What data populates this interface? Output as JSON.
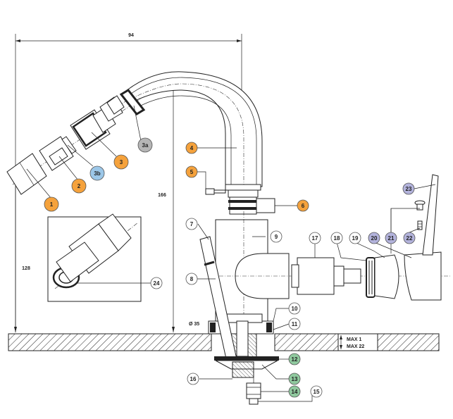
{
  "dimensions": {
    "width": "94",
    "height": "166",
    "base_height": "128",
    "diameter": "Ø 35",
    "max_thickness_line1": "MAX 1",
    "max_thickness_line2": "MAX 22"
  },
  "callouts": [
    {
      "id": "c1",
      "label": "1",
      "color": "#f5a23c"
    },
    {
      "id": "c2",
      "label": "2",
      "color": "#f5a23c"
    },
    {
      "id": "c3b",
      "label": "3b",
      "color": "#9cc7e8"
    },
    {
      "id": "c3",
      "label": "3",
      "color": "#f5a23c"
    },
    {
      "id": "c3a",
      "label": "3a",
      "color": "#b5b5b5"
    },
    {
      "id": "c4",
      "label": "4",
      "color": "#f5a23c"
    },
    {
      "id": "c5",
      "label": "5",
      "color": "#f5a23c"
    },
    {
      "id": "c6",
      "label": "6",
      "color": "#f5a23c"
    },
    {
      "id": "c7",
      "label": "7",
      "color": "#ffffff"
    },
    {
      "id": "c8",
      "label": "8",
      "color": "#ffffff"
    },
    {
      "id": "c9",
      "label": "9",
      "color": "#ffffff"
    },
    {
      "id": "c10",
      "label": "10",
      "color": "#ffffff"
    },
    {
      "id": "c11",
      "label": "11",
      "color": "#ffffff"
    },
    {
      "id": "c12",
      "label": "12",
      "color": "#8fc99e"
    },
    {
      "id": "c13",
      "label": "13",
      "color": "#8fc99e"
    },
    {
      "id": "c14",
      "label": "14",
      "color": "#8fc99e"
    },
    {
      "id": "c15",
      "label": "15",
      "color": "#ffffff"
    },
    {
      "id": "c16",
      "label": "16",
      "color": "#ffffff"
    },
    {
      "id": "c17",
      "label": "17",
      "color": "#ffffff"
    },
    {
      "id": "c18",
      "label": "18",
      "color": "#ffffff"
    },
    {
      "id": "c19",
      "label": "19",
      "color": "#ffffff"
    },
    {
      "id": "c20",
      "label": "20",
      "color": "#b3b3dc"
    },
    {
      "id": "c21",
      "label": "21",
      "color": "#b3b3dc"
    },
    {
      "id": "c22",
      "label": "22",
      "color": "#b3b3dc"
    },
    {
      "id": "c23",
      "label": "23",
      "color": "#b3b3dc"
    },
    {
      "id": "c24",
      "label": "24",
      "color": "#ffffff"
    }
  ]
}
